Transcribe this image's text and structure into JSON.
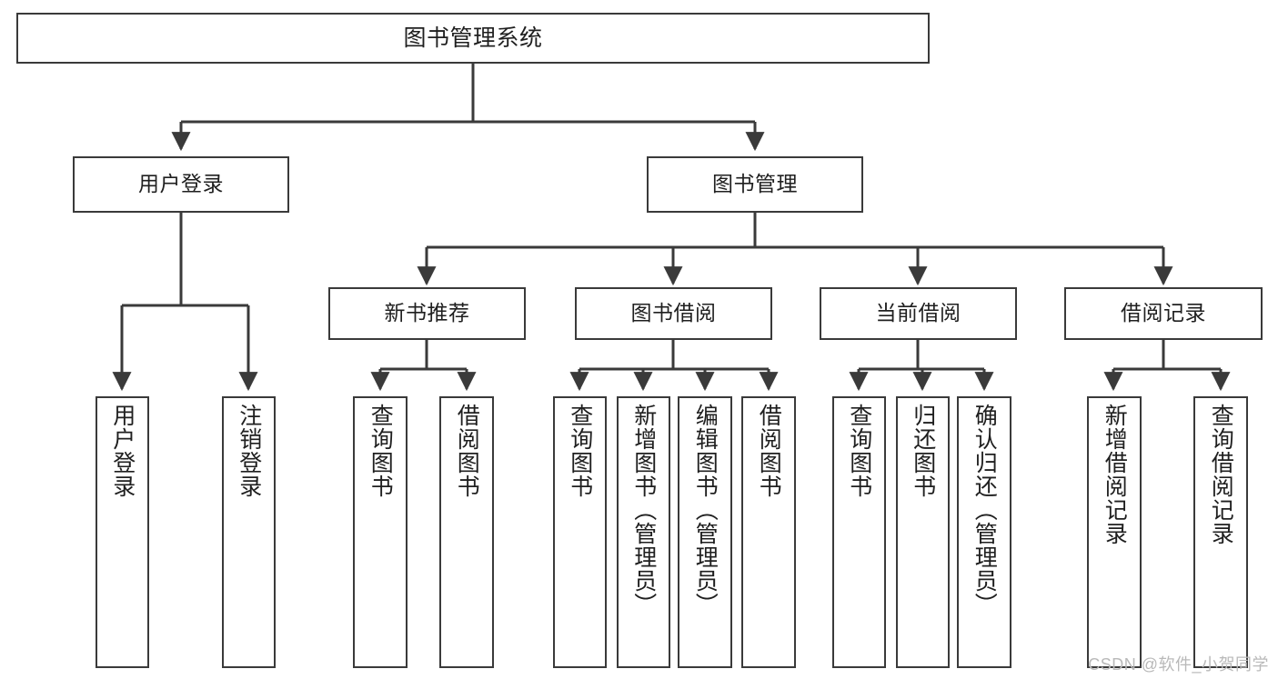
{
  "diagram": {
    "title": "图书管理系统",
    "watermark": "CSDN @软件_小贺同学",
    "colors": {
      "box_border": "#3a3a3a",
      "box_fill": "#ffffff",
      "connector": "#3a3a3a",
      "text": "#1f1f1f",
      "watermark": "#b9b9b9",
      "background": "#ffffff"
    },
    "nodes": {
      "root": "图书管理系统",
      "level2": {
        "user_login": "用户登录",
        "book_manage": "图书管理"
      },
      "level3": {
        "new_book_rec": "新书推荐",
        "book_borrow": "图书借阅",
        "current_borrow": "当前借阅",
        "borrow_record": "借阅记录"
      },
      "leaves": {
        "user_login_1": "用户登录",
        "user_login_2": "注销登录",
        "new_book_rec_1": "查询图书",
        "new_book_rec_2": "借阅图书",
        "book_borrow_1": "查询图书",
        "book_borrow_2": "新增图书（管理员）",
        "book_borrow_3": "编辑图书（管理员）",
        "book_borrow_4": "借阅图书",
        "current_borrow_1": "查询图书",
        "current_borrow_2": "归还图书",
        "current_borrow_3": "确认归还（管理员）",
        "borrow_record_1": "新增借阅记录",
        "borrow_record_2": "查询借阅记录"
      }
    },
    "chart_data": {
      "type": "tree",
      "title": "图书管理系统",
      "orientation": "top-down",
      "tree": [
        {
          "label": "图书管理系统",
          "children": [
            {
              "label": "用户登录",
              "children": [
                {
                  "label": "用户登录",
                  "children": []
                },
                {
                  "label": "注销登录",
                  "children": []
                }
              ]
            },
            {
              "label": "图书管理",
              "children": [
                {
                  "label": "新书推荐",
                  "children": [
                    {
                      "label": "查询图书",
                      "children": []
                    },
                    {
                      "label": "借阅图书",
                      "children": []
                    }
                  ]
                },
                {
                  "label": "图书借阅",
                  "children": [
                    {
                      "label": "查询图书",
                      "children": []
                    },
                    {
                      "label": "新增图书（管理员）",
                      "children": []
                    },
                    {
                      "label": "编辑图书（管理员）",
                      "children": []
                    },
                    {
                      "label": "借阅图书",
                      "children": []
                    }
                  ]
                },
                {
                  "label": "当前借阅",
                  "children": [
                    {
                      "label": "查询图书",
                      "children": []
                    },
                    {
                      "label": "归还图书",
                      "children": []
                    },
                    {
                      "label": "确认归还（管理员）",
                      "children": []
                    }
                  ]
                },
                {
                  "label": "借阅记录",
                  "children": [
                    {
                      "label": "新增借阅记录",
                      "children": []
                    },
                    {
                      "label": "查询借阅记录",
                      "children": []
                    }
                  ]
                }
              ]
            }
          ]
        }
      ]
    }
  }
}
